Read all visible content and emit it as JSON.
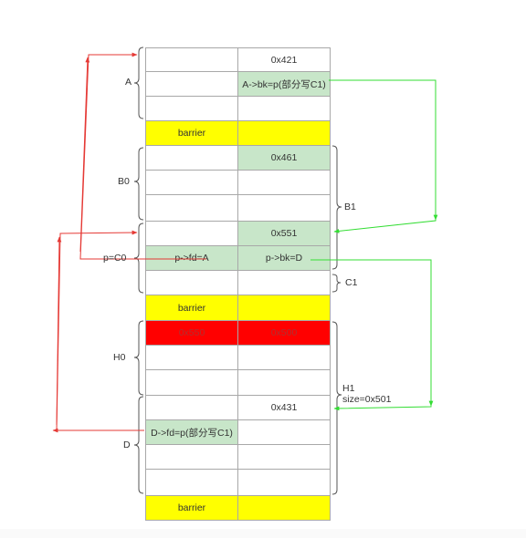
{
  "colors": {
    "barrier": "#ffff00",
    "highlight": "#c8e6c9",
    "red_chunk": "#ff0000",
    "red_text": "#b03030",
    "green_arrow": "#33dd33",
    "red_arrow": "#e53935"
  },
  "cells": {
    "a_size": "0x421",
    "a_bk": "A->bk=p(部分写C1)",
    "barrier_1": "barrier",
    "b0_size": "0x461",
    "c0_size": "0x551",
    "c0_fd": "p->fd=A",
    "c0_bk": "p->bk=D",
    "barrier_2": "barrier",
    "h0_prev_size": "0x550",
    "h0_size": "0x500",
    "d_size": "0x431",
    "d_fd": "D->fd=p(部分写C1)",
    "barrier_3": "barrier"
  },
  "labels": {
    "a": "A",
    "b0": "B0",
    "c0": "p=C0",
    "h0": "H0",
    "d": "D",
    "b1": "B1",
    "c1": "C1",
    "h1": "H1",
    "h1_size": "size=0x501"
  }
}
